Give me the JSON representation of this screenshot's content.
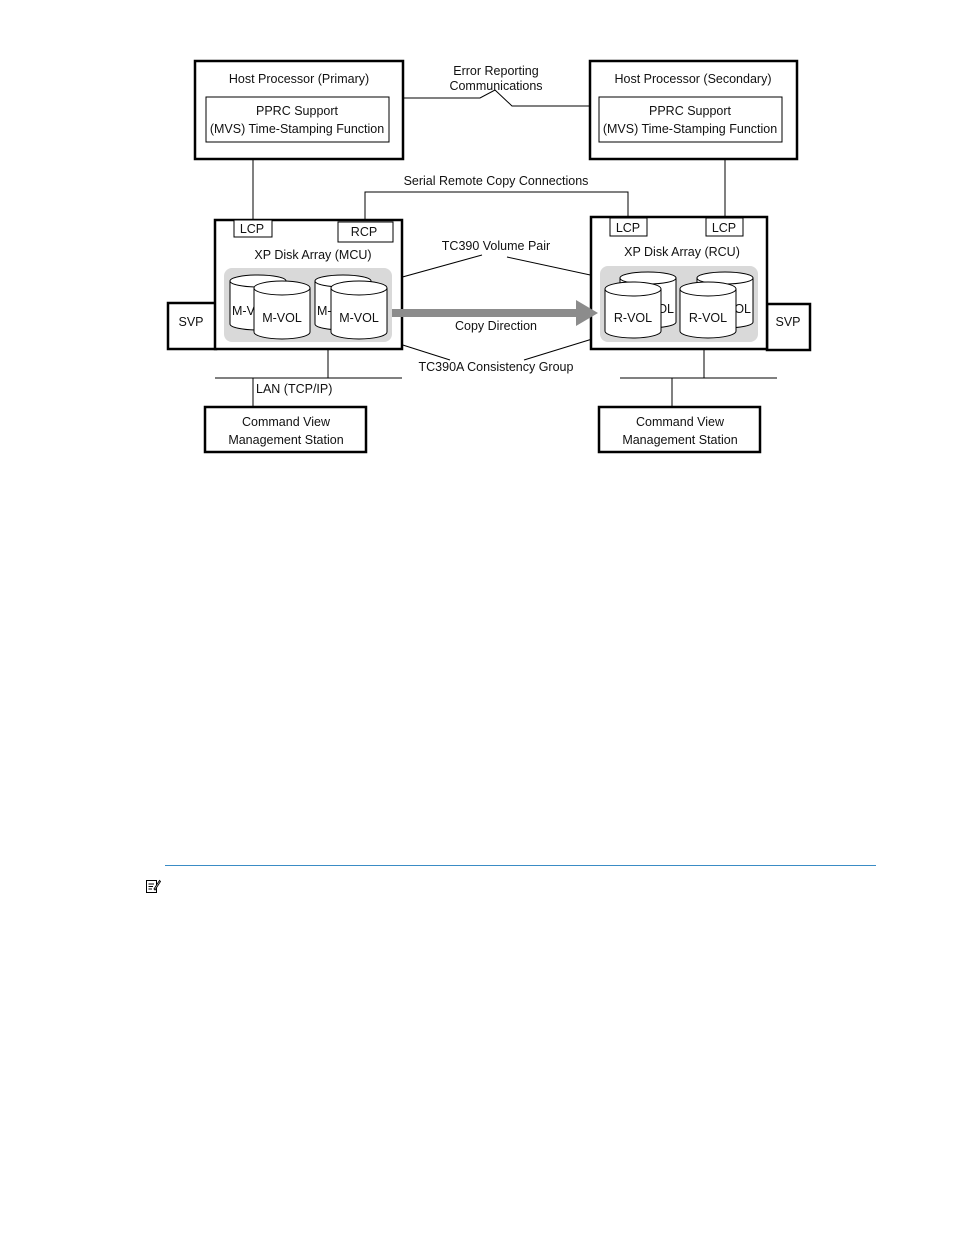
{
  "diagram": {
    "host_primary": {
      "title": "Host Processor (Primary)",
      "pprc_line1": "PPRC Support",
      "pprc_line2": "(MVS) Time-Stamping Function"
    },
    "host_secondary": {
      "title": "Host Processor (Secondary)",
      "pprc_line1": "PPRC Support",
      "pprc_line2": "(MVS) Time-Stamping Function"
    },
    "error_reporting_line1": "Error Reporting",
    "error_reporting_line2": "Communications",
    "serial_remote_copy": "Serial Remote Copy Connections",
    "mcu": {
      "lcp": "LCP",
      "rcp": "RCP",
      "title": "XP Disk Array (MCU)",
      "svp": "SVP",
      "vol_back_1": "M-V",
      "vol_front_1": "M-VOL",
      "vol_back_2": "M-",
      "vol_front_2": "M-VOL"
    },
    "rcu": {
      "lcp_1": "LCP",
      "lcp_2": "LCP",
      "title": "XP Disk Array (RCU)",
      "svp": "SVP",
      "vol_back_1": "OL",
      "vol_front_1": "R-VOL",
      "vol_back_2": "OL",
      "vol_front_2": "R-VOL"
    },
    "volume_pair": "TC390 Volume Pair",
    "copy_direction": "Copy Direction",
    "consistency_group": "TC390A Consistency Group",
    "lan": "LAN (TCP/IP)",
    "mgmt_primary_line1": "Command View",
    "mgmt_primary_line2": "Management Station",
    "mgmt_secondary_line1": "Command View",
    "mgmt_secondary_line2": "Management Station"
  },
  "colors": {
    "line": "#000000",
    "volume_group_fill": "#d9d9d9",
    "arrow": "#8c8c8c",
    "rule": "#3a8cc5"
  },
  "note": {
    "icon": "note-icon"
  }
}
